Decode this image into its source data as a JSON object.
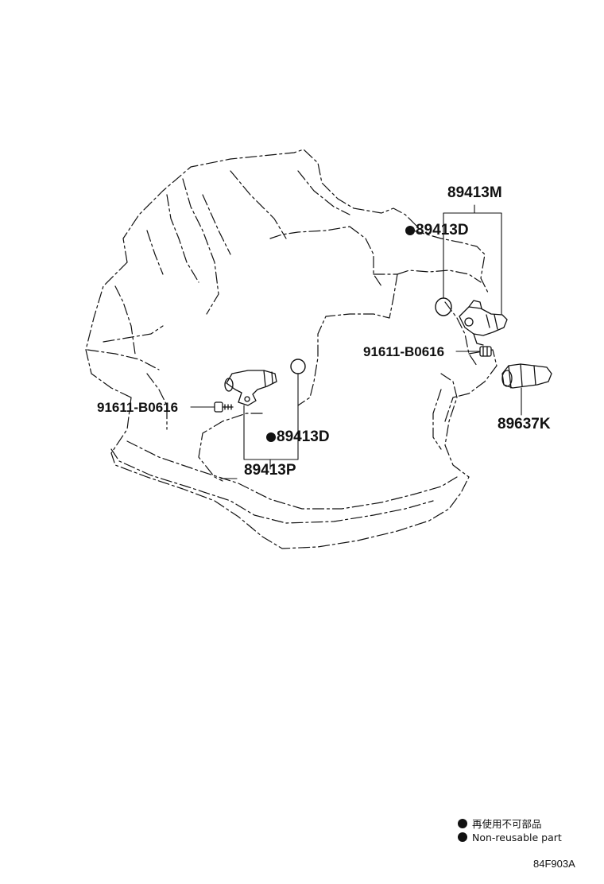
{
  "diagram": {
    "callouts": {
      "sensor_assy_m": "89413M",
      "o_ring_upper": "89413D",
      "bolt_right": "91611-B0616",
      "speed_sensor_k": "89637K",
      "bolt_left": "91611-B0616",
      "o_ring_lower": "89413D",
      "sensor_assy_p": "89413P"
    },
    "legend": {
      "japanese": "再使用不可部品",
      "english": "Non-reusable part"
    },
    "diagram_code": "84F903A"
  },
  "colors": {
    "line": "#111111",
    "background": "#ffffff"
  }
}
